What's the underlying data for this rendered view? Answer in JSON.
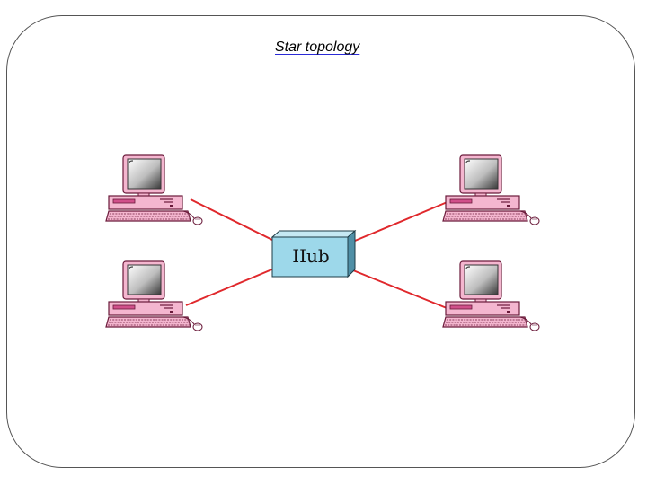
{
  "title": "Star topology",
  "hub": {
    "label": "IIub"
  },
  "colors": {
    "link": "#e0282c",
    "hub_fill": "#9dd8ea",
    "hub_side": "#4f8fa6",
    "computer_body": "#f4b6cf",
    "computer_outline": "#6a1a3a",
    "screen_dark": "#222222",
    "title_underline": "#2a2ad6"
  },
  "nodes": [
    {
      "name": "computer-top-left",
      "icon": "desktop-computer-icon"
    },
    {
      "name": "computer-top-right",
      "icon": "desktop-computer-icon"
    },
    {
      "name": "computer-bottom-left",
      "icon": "desktop-computer-icon"
    },
    {
      "name": "computer-bottom-right",
      "icon": "desktop-computer-icon"
    }
  ]
}
